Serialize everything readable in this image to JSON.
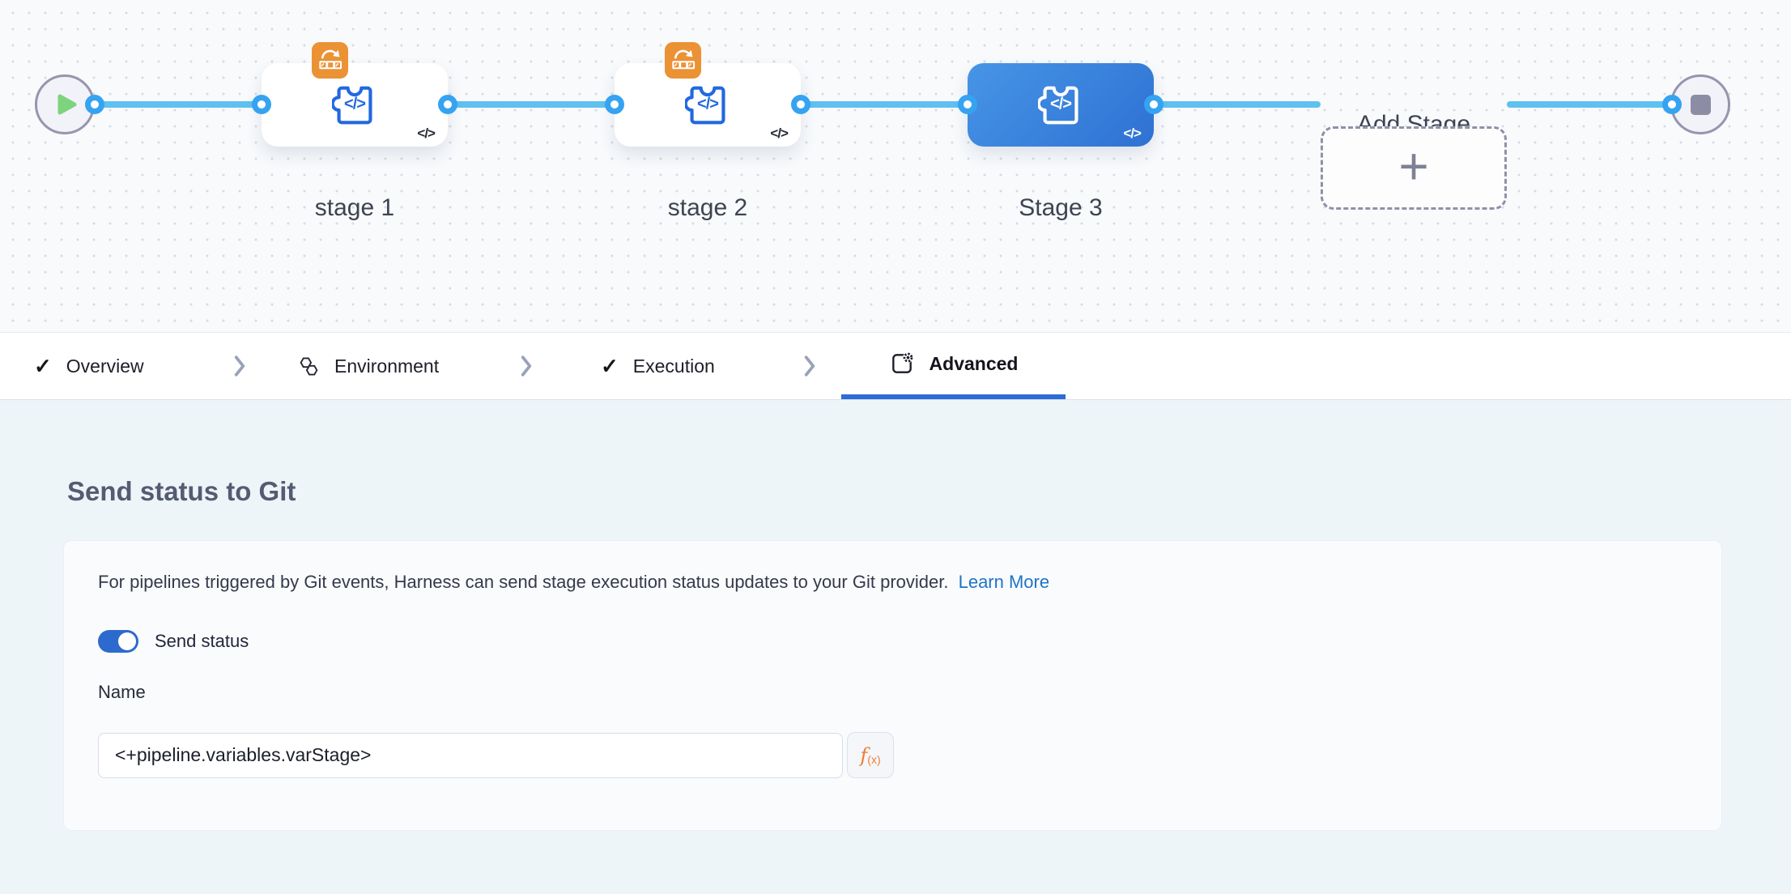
{
  "pipeline": {
    "stages": [
      {
        "label": "stage 1",
        "selected": false,
        "has_looping_badge": true
      },
      {
        "label": "stage 2",
        "selected": false,
        "has_looping_badge": true
      },
      {
        "label": "Stage 3",
        "selected": true,
        "has_looping_badge": false
      }
    ],
    "add_stage_label": "Add Stage"
  },
  "tabs": [
    {
      "label": "Overview",
      "icon": "check-icon",
      "active": false
    },
    {
      "label": "Environment",
      "icon": "hexagons-icon",
      "active": false
    },
    {
      "label": "Execution",
      "icon": "check-icon",
      "active": false
    },
    {
      "label": "Advanced",
      "icon": "square-gear-icon",
      "active": true
    }
  ],
  "advanced_panel": {
    "heading": "Send status to Git",
    "description": "For pipelines triggered by Git events, Harness can send stage execution status updates to your Git provider.",
    "learn_more_label": "Learn More",
    "toggle_label": "Send status",
    "toggle_on": true,
    "name_label": "Name",
    "name_value": "<+pipeline.variables.varStage>"
  },
  "glyphs": {
    "code": "</>",
    "plus": "+",
    "check": "✓",
    "gear": "⚙",
    "fx_f": "f",
    "fx_sub": "(x)"
  },
  "colors": {
    "connector_line": "#5ec1f0",
    "connector_ring": "#36a3f1",
    "selected_stage_gradient": [
      "#4795e7",
      "#2e71d2"
    ],
    "stage_icon_blue": "#2268e0",
    "looping_badge_orange": "#eb9235",
    "active_tab_underline": "#2e6cd6",
    "toggle_on_blue": "#2d6ace",
    "link_blue": "#1e74c8",
    "expression_orange": "#ed7d31",
    "start_play_green": "#7ed47e",
    "end_stop_gray": "#8c8da4"
  }
}
